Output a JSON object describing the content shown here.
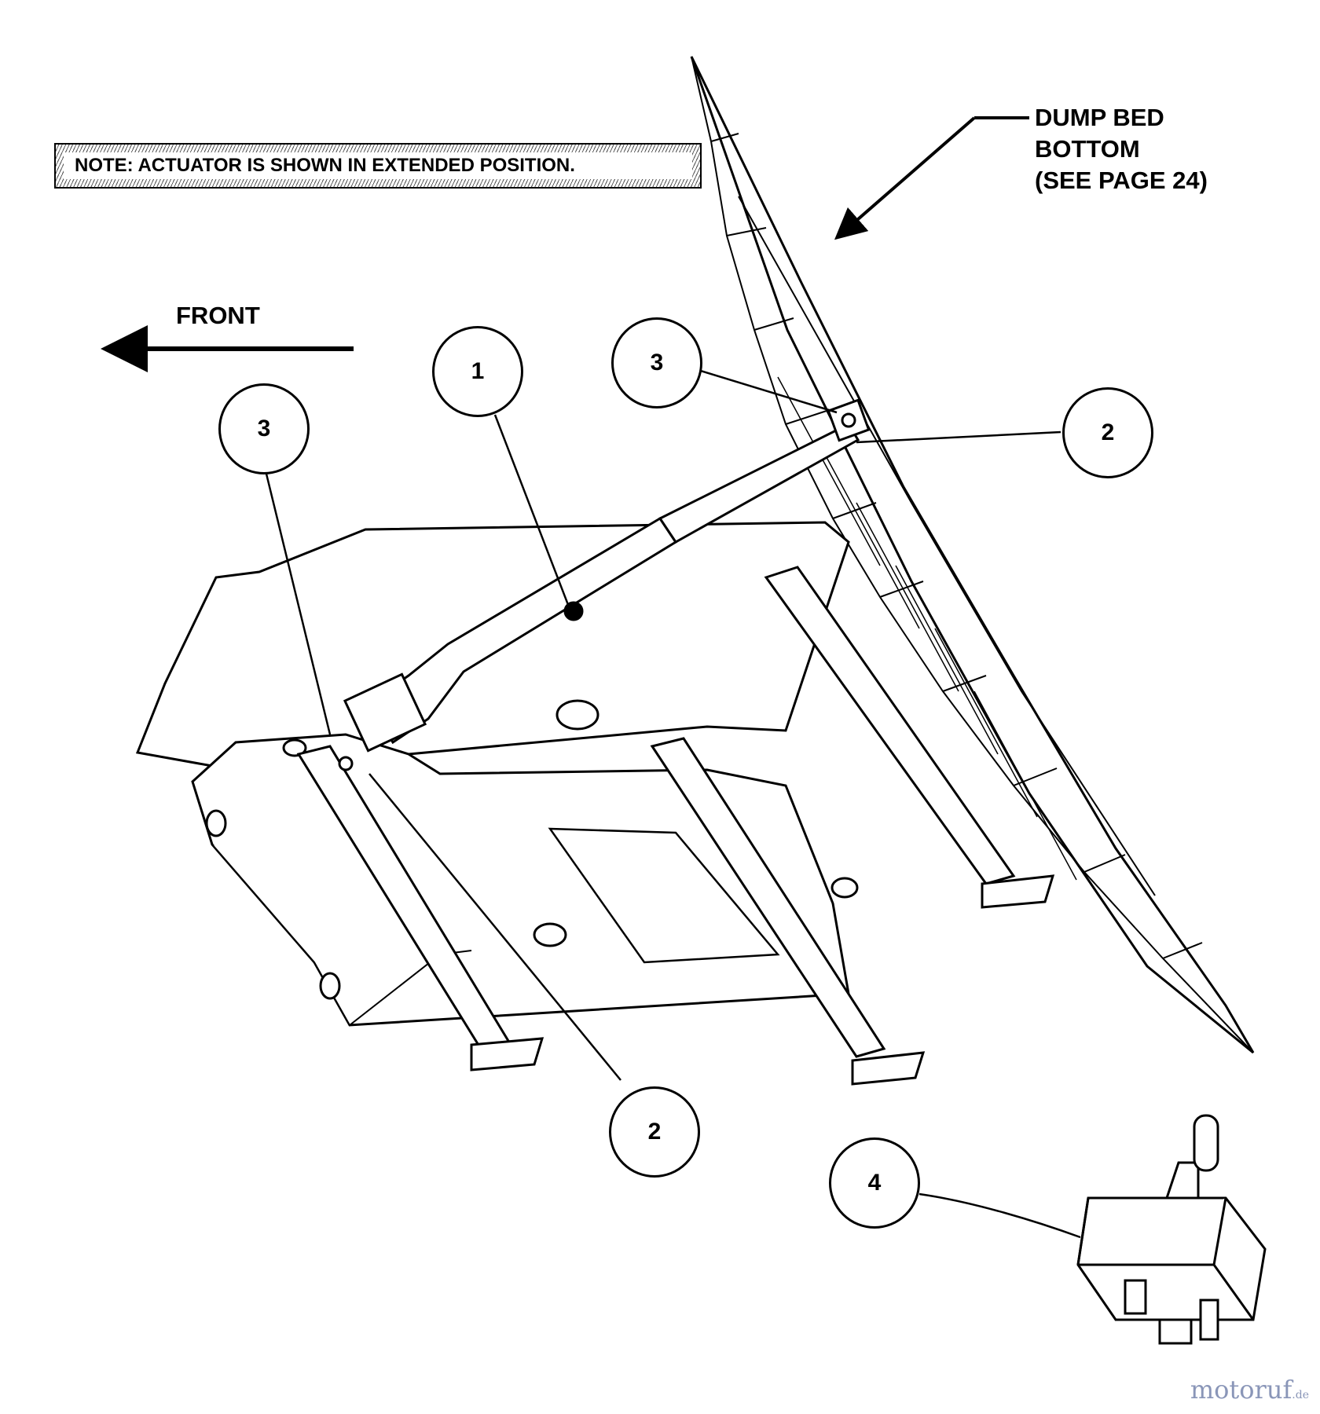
{
  "note": {
    "text": "NOTE: ACTUATOR IS SHOWN IN EXTENDED POSITION."
  },
  "dump_bed": {
    "line1": "DUMP BED",
    "line2": "BOTTOM",
    "line3": "(SEE PAGE 24)"
  },
  "front": {
    "text": "FRONT"
  },
  "callouts": [
    {
      "id": "1",
      "label": "1",
      "part": "actuator"
    },
    {
      "id": "2a",
      "label": "2",
      "part": "upper-clevis-pin"
    },
    {
      "id": "3a",
      "label": "3",
      "part": "upper-pin-clip"
    },
    {
      "id": "3b",
      "label": "3",
      "part": "lower-pin-clip"
    },
    {
      "id": "2b",
      "label": "2",
      "part": "lower-clevis-pin"
    },
    {
      "id": "4",
      "label": "4",
      "part": "toggle-switch"
    }
  ],
  "watermark": {
    "brand": "motoruf",
    "tld": ".de"
  },
  "colors": {
    "line": "#000000",
    "background": "#ffffff",
    "watermark": "#8a96b8"
  }
}
